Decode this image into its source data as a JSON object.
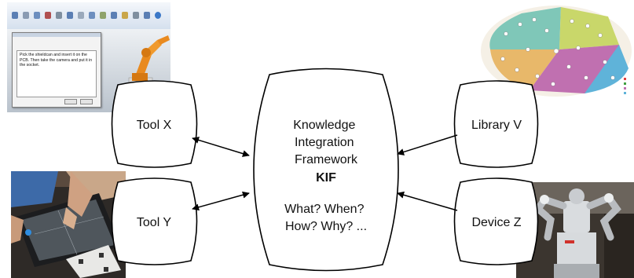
{
  "diagram": {
    "hub": {
      "title_lines": [
        "Knowledge",
        "Integration",
        "Framework"
      ],
      "acronym": "KIF",
      "question_lines": [
        "What? When?",
        "How? Why? ..."
      ]
    },
    "nodes": {
      "tool_x": "Tool X",
      "tool_y": "Tool Y",
      "library_v": "Library V",
      "device_z": "Device Z"
    },
    "edges": [
      {
        "from": "Tool X",
        "to": "KIF",
        "direction": "bidirectional"
      },
      {
        "from": "Tool Y",
        "to": "KIF",
        "direction": "bidirectional"
      },
      {
        "from": "Library V",
        "to": "KIF",
        "direction": "to-hub"
      },
      {
        "from": "Device Z",
        "to": "KIF",
        "direction": "to-hub"
      }
    ]
  },
  "tool_x_screenshot": {
    "instruction_text": "Pick the shieldcan and insert it on the PCB. Then take the camera and put it in the socket."
  }
}
